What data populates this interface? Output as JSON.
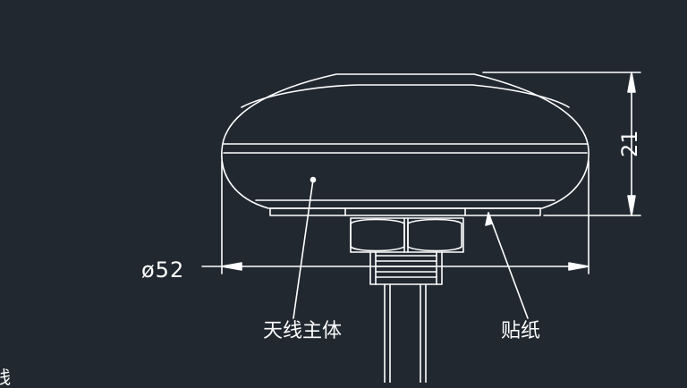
{
  "drawing": {
    "background": "#212830",
    "line_color": "#ffffff"
  },
  "dimensions": {
    "diameter": "ø52",
    "height": "21"
  },
  "labels": {
    "antenna_body": "天线主体",
    "sticker": "贴纸",
    "cable_partial": "线"
  }
}
